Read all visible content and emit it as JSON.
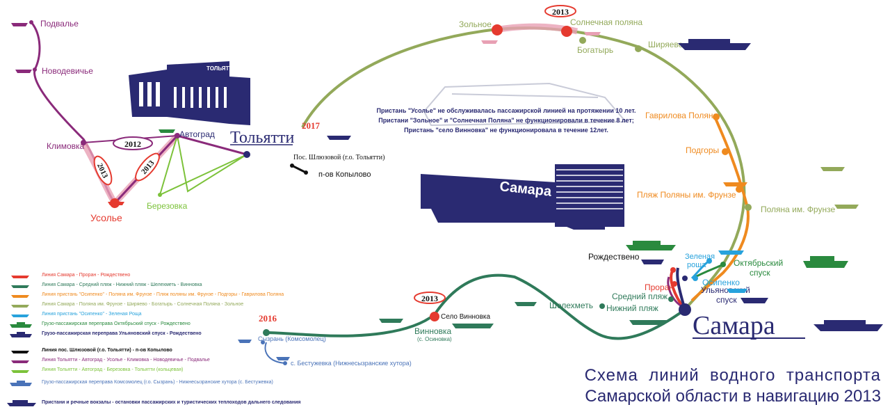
{
  "colors": {
    "red": "#e53a2f",
    "darkgreen": "#2f7a5a",
    "orange": "#ef8a1f",
    "olive": "#93a95a",
    "cyan": "#27a2dc",
    "green": "#2a8a3e",
    "navy": "#2a2a72",
    "black": "#111111",
    "purple": "#8a2a7a",
    "lime": "#7cc23a",
    "blue": "#4a73b8",
    "pink": "#e8a0b4"
  },
  "title": {
    "line1": "Схема  линий  водного  транспорта",
    "line2": "Самарской области в навигацию 2013"
  },
  "city": {
    "samara": "Самара",
    "togliatti": "Тольятти"
  },
  "building_signs": {
    "togliatti": "ТОЛЬЯТТИ",
    "samara": "Самара"
  },
  "years": {
    "y2013_top": "2013",
    "y2013_bottom": "2013",
    "y2012": "2012",
    "y2013_left_a": "2013",
    "y2013_left_b": "2013",
    "y2017": "2017",
    "y2016": "2016"
  },
  "notice": {
    "line1": "Пристань \"Усолье\" не обслуживалась пассажирской линией на протяжении 10 лет.",
    "line2": "Пристани \"Зольное\" и \"Солнечная Поляна\" не функционировали в течение 8 лет;",
    "line3": "Пристань \"село Винновка\" не функционировала в течение 12лет."
  },
  "stops": {
    "podvalye": "Подвалье",
    "novodevichye": "Новодевичье",
    "klimovka": "Климовка",
    "avtograd": "Автоград",
    "berezovka": "Березовка",
    "usolye": "Усолье",
    "shlyuzovoy": "Пос. Шлюзовой (г.о. Тольятти)",
    "kopylovo": "п-ов Копылово",
    "zolnoe": "Зольное",
    "solnechnaya": "Солнечная поляна",
    "bogatyr": "Богатырь",
    "shiryaevo": "Ширяево",
    "gavrilova": "Гаврилова Поляна",
    "podgory": "Подгоры",
    "plyazh_frunze": "Пляж Поляны им. Фрунзе",
    "polyana_frunze": "Поляна им. Фрунзе",
    "rozhdestveno": "Рождествено",
    "zelenaya1": "Зеленая",
    "zelenaya2": "роща",
    "oktyabrsky1": "Октябрьский",
    "oktyabrsky2": "спуск",
    "osipenko": "Осипенко",
    "proran": "Проран",
    "ulyanovsky1": "Ульяновский",
    "ulyanovsky2": "спуск",
    "sredny": "Средний пляж",
    "nizhny": "Нижний пляж",
    "shelekhmet": "Шелехметь",
    "selo_vinnovka": "Село Винновка",
    "vinnovka": "Винновка",
    "vinnovka_sub": "(с. Осиновка)",
    "syzran": "Сызрань (Комсомолец)",
    "bestuzhevka": "с. Бестужевка (Нижнесызранские хутора)"
  },
  "legend": [
    {
      "text": "Линия Самара - Проран - Рождествено",
      "color": "#e53a2f",
      "icon": "boat-icon"
    },
    {
      "text": "Линия Самара - Средний пляж - Нижний пляж - Шелехметь - Винновка",
      "color": "#2f7a5a",
      "icon": "boat-icon"
    },
    {
      "text": "Линия пристань \"Осипенко\" - Поляна им. Фрунзе - Пляж поляны им. Фрунзе - Подгоры - Гаврилова Поляна",
      "color": "#ef8a1f",
      "icon": "boat-icon"
    },
    {
      "text": "Линия Самара - Поляна им. Фрунзе - Ширяево - Богатырь - Солнечная Поляна - Зольное",
      "color": "#93a95a",
      "icon": "boat-icon"
    },
    {
      "text": "Линия пристань \"Осипенко\" - Зеленая Роща",
      "color": "#27a2dc",
      "icon": "boat-icon"
    },
    {
      "text": "Грузо-пассажирская переправа Октябрьский спуск - Рождествено",
      "color": "#2a8a3e",
      "icon": "ferry-icon"
    },
    {
      "text": "Грузо-пассажирская переправа Ульяновский спуск - Рождествено",
      "color": "#2a2a72",
      "icon": "ferry-icon"
    },
    {
      "text": "Линия пос. Шлюзовой (г.о. Тольятти) - п-ов Копылово",
      "color": "#111111",
      "icon": "boat-icon"
    },
    {
      "text": "Линия Тольятти - Автоград - Усолье - Климовка - Новодевичье - Подвалье",
      "color": "#8a2a7a",
      "icon": "boat-icon"
    },
    {
      "text": "Линия Тольятти - Автоград - Березовка - Тольятти (кольцевая)",
      "color": "#7cc23a",
      "icon": "boat-icon"
    },
    {
      "text": "Грузо-пассажирская переправа Комсомолец (г.о. Сызрань) - Нижнесызранские хутора (с. Бестужевка)",
      "color": "#4a73b8",
      "icon": "ferry-icon"
    },
    {
      "text": "Пристани и речные вокзалы - остановки пассажирских и туристических теплоходов дальнего следования",
      "color": "#2a2a72",
      "icon": "ship-icon"
    }
  ]
}
